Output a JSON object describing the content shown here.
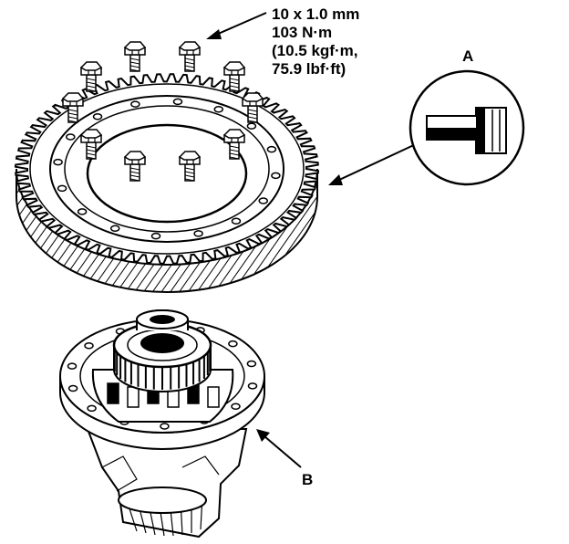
{
  "torque_spec": {
    "lines": [
      "10 x 1.0 mm",
      "103 N·m",
      "(10.5 kgf·m,",
      "75.9 lbf·ft)"
    ]
  },
  "callouts": {
    "a": "A",
    "b": "B"
  },
  "style": {
    "ink": "#000000",
    "paper": "#ffffff"
  }
}
